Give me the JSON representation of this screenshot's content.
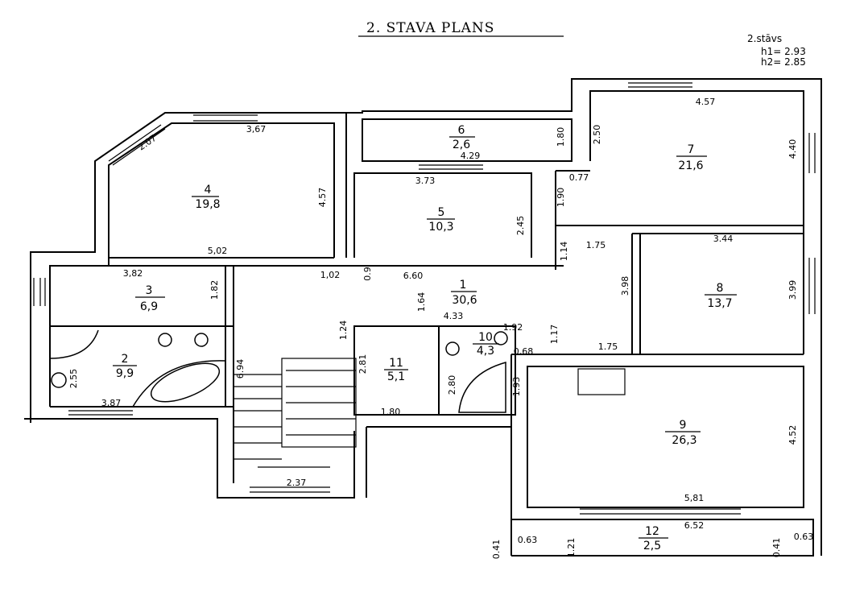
{
  "title": "2.   STAVA PLANS",
  "floor_note": {
    "label": "2.stāvs",
    "h1": "h1= 2.93",
    "h2": "h2= 2.85"
  },
  "rooms": [
    {
      "no": "1",
      "area": "30,6"
    },
    {
      "no": "2",
      "area": "9,9"
    },
    {
      "no": "3",
      "area": "6,9"
    },
    {
      "no": "4",
      "area": "19,8"
    },
    {
      "no": "5",
      "area": "10,3"
    },
    {
      "no": "6",
      "area": "2,6"
    },
    {
      "no": "7",
      "area": "21,6"
    },
    {
      "no": "8",
      "area": "13,7"
    },
    {
      "no": "9",
      "area": "26,3"
    },
    {
      "no": "10",
      "area": "4,3"
    },
    {
      "no": "11",
      "area": "5,1"
    },
    {
      "no": "12",
      "area": "2,5"
    }
  ],
  "dimensions": {
    "d1": "3,67",
    "d2": "2.07",
    "d3": "4.57",
    "d4": "5,02",
    "d5": "3,82",
    "d6": "1.82",
    "d7": "4.29",
    "d8": "3.73",
    "d9": "2.45",
    "d10": "1.80",
    "d11": "2.50",
    "d12": "0.77",
    "d13": "1.90",
    "d14": "4.57",
    "d15": "4.40",
    "d16": "1.14",
    "d17": "1.75",
    "d18": "3.44",
    "d19": "3.98",
    "d20": "3.99",
    "d21": "1,02",
    "d22": "0.9",
    "d23": "6.60",
    "d24": "1.64",
    "d25": "4.33",
    "d26": "1.24",
    "d27": "2.81",
    "d28": "2.80",
    "d29": "1.80",
    "d30": "1.92",
    "d31": "0,68",
    "d32": "1.17",
    "d33": "1.93",
    "d34": "1.75",
    "d35": "4.52",
    "d36": "5,81",
    "d37": "6.52",
    "d38": "0.63",
    "d39": "1.21",
    "d40": "0.41",
    "d41": "0.41",
    "d42": "0.63",
    "d43": "2.55",
    "d44": "3,87",
    "d45": "6.94",
    "d46": "2.37"
  }
}
